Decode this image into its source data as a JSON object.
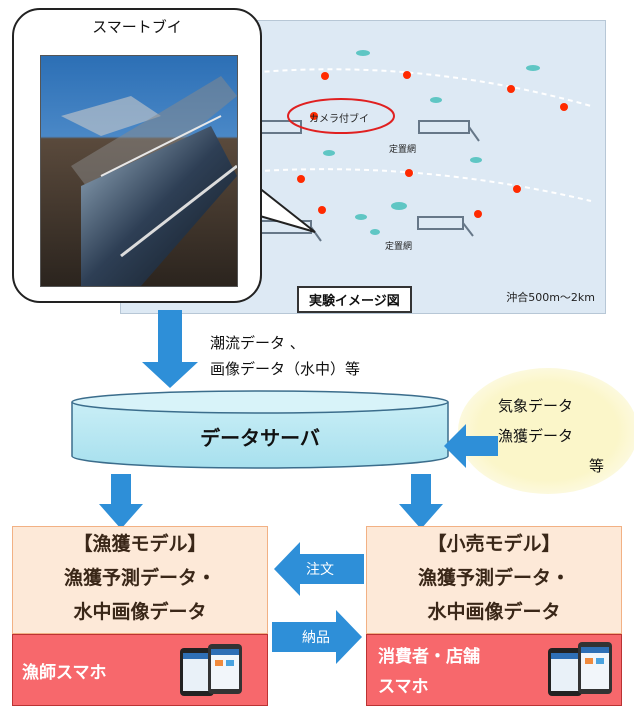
{
  "buoy_callout": {
    "title": "スマートブイ"
  },
  "experiment": {
    "camera_label": "カメラ付ブイ",
    "net_label_1": "定置網",
    "net_label_2": "定置網",
    "legend": "実験イメージ図",
    "range": "沖合500m～2km"
  },
  "flow": {
    "upload_line1": "潮流データ 、",
    "upload_line2": "画像データ（水中）等"
  },
  "server": {
    "label": "データサーバ"
  },
  "external": {
    "line1": "気象データ",
    "line2": "漁獲データ",
    "line3": "等"
  },
  "fishing_model": {
    "title": "【漁獲モデル】",
    "line1": "漁獲予測データ・",
    "line2": "水中画像データ",
    "device": "漁師スマホ"
  },
  "retail_model": {
    "title": "【小売モデル】",
    "line1": "漁獲予測データ・",
    "line2": "水中画像データ",
    "device_line1": "消費者・店舗",
    "device_line2": "スマホ"
  },
  "exchange": {
    "order": "注文",
    "delivery": "納品"
  },
  "colors": {
    "arrow": "#2e8fd8",
    "model_bg": "#fde9d8",
    "phone_bar": "#f7686c",
    "buoy": "#ff2a00"
  }
}
